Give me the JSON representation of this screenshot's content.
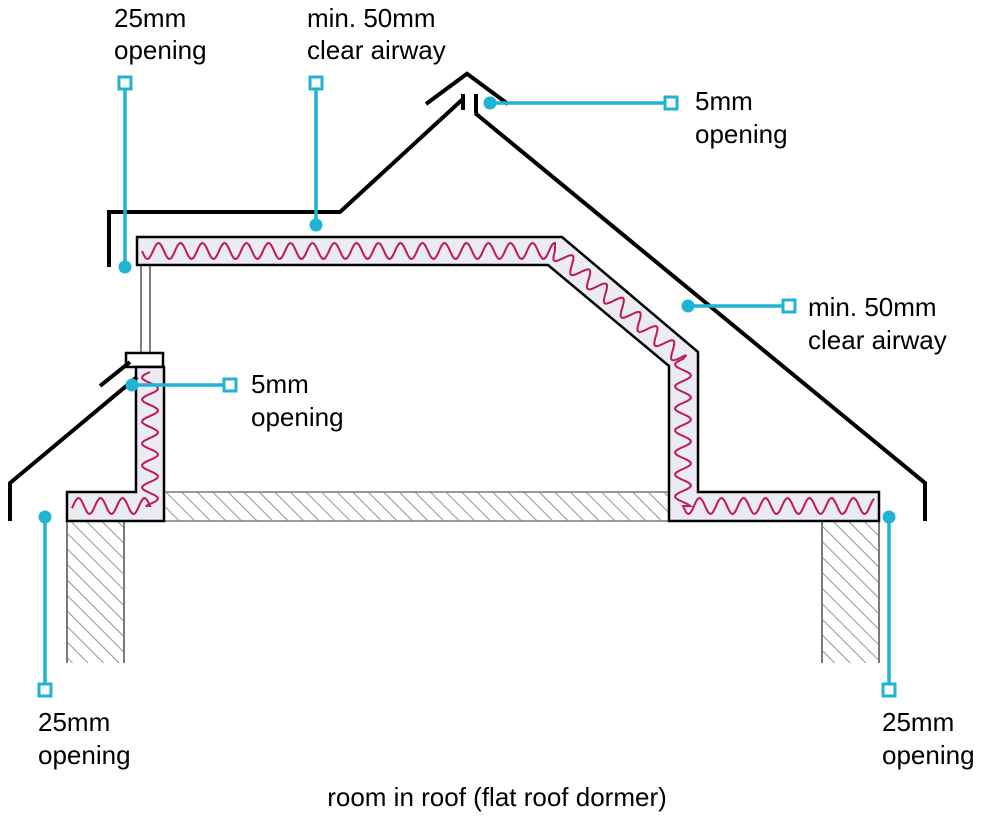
{
  "colors": {
    "callout": "#1fb3d4",
    "insulation": "#c0185f",
    "insulation_fill": "#ebebf2",
    "hatch": "#7a7a7a",
    "outline": "#000000"
  },
  "labels": {
    "top_left_opening": [
      "25mm",
      "opening"
    ],
    "top_airway": [
      "min. 50mm",
      "clear airway"
    ],
    "ridge_opening": [
      "5mm",
      "opening"
    ],
    "slope_airway": [
      "min. 50mm",
      "clear airway"
    ],
    "dormer_cheek_opening": [
      "5mm",
      "opening"
    ],
    "eaves_left_opening": [
      "25mm",
      "opening"
    ],
    "eaves_right_opening": [
      "25mm",
      "opening"
    ]
  },
  "caption": "room in roof (flat roof dormer)"
}
